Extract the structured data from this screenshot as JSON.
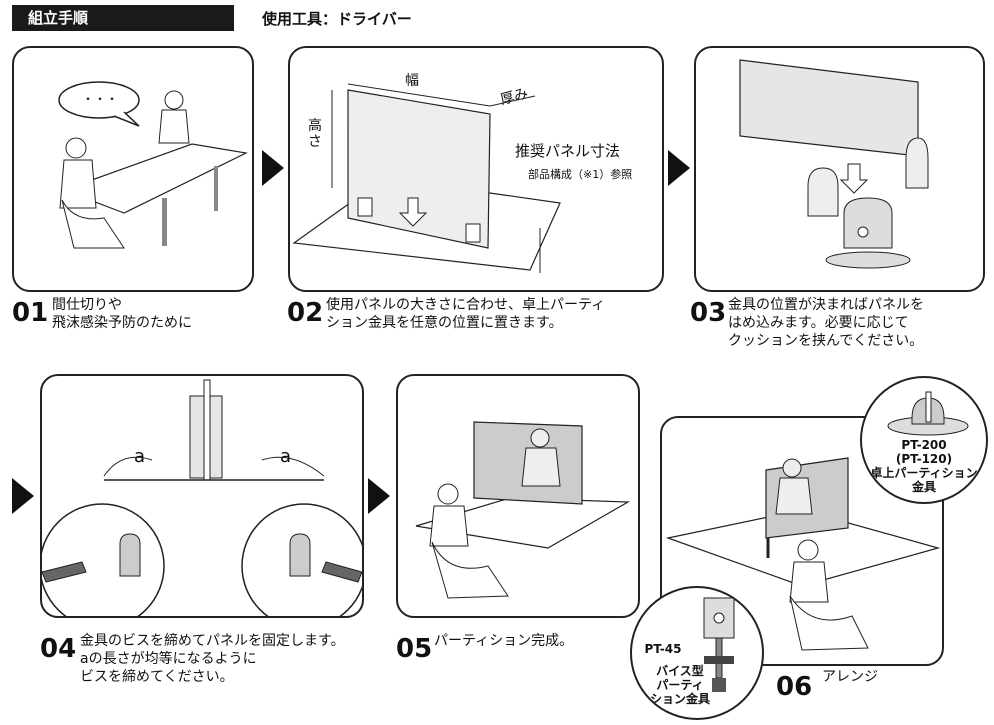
{
  "header": {
    "section_label": "組立手順",
    "tools_label": "使用工具：ドライバー"
  },
  "steps": [
    {
      "num": "01",
      "text": "間仕切りや\n飛沫感染予防のために"
    },
    {
      "num": "02",
      "text": "使用パネルの大きさに合わせ、卓上パーティ\nション金具を任意の位置に置きます。"
    },
    {
      "num": "03",
      "text": "金具の位置が決まればパネルを\nはめ込みます。必要に応じて\nクッションを挟んでください。"
    },
    {
      "num": "04",
      "text": "金具のビスを締めてパネルを固定します。\naの長さが均等になるように\nビスを締めてください。"
    },
    {
      "num": "05",
      "text": "パーティション完成。"
    },
    {
      "num": "06",
      "text": "アレンジ"
    }
  ],
  "panel1": {
    "speech": "・・・"
  },
  "panel2": {
    "width_label": "幅",
    "height_label": "高さ",
    "depth_label": "厚み",
    "recommend_label": "推奨パネル寸法",
    "ref_label": "部品構成（※1）参照"
  },
  "panel4": {
    "a_label": "a"
  },
  "panel6": {
    "pt200_label": "PT-200\n(PT-120)\n卓上パーティション\n金具",
    "pt45_model": "PT-45",
    "pt45_label": "バイス型\nパーティ\nション金具"
  }
}
